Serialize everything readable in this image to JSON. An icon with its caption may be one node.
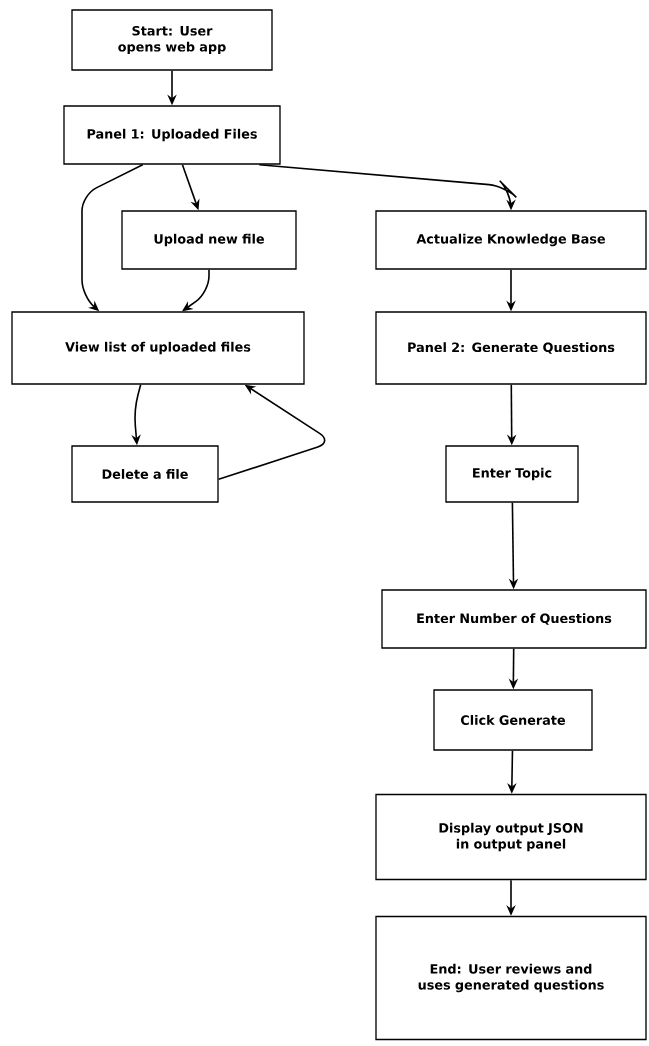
{
  "diagram": {
    "nodes": [
      {
        "text": [
          "Start: User opens web app"
        ]
      },
      {
        "text": [
          "Panel 1: Uploaded Files"
        ]
      },
      {
        "text": [
          "Upload new file"
        ]
      },
      {
        "text": [
          "Actualize Knowledge Base"
        ]
      },
      {
        "text": [
          "View list of uploaded files"
        ]
      },
      {
        "text": [
          "Panel 2: Generate Questions"
        ]
      },
      {
        "text": [
          "Delete a file"
        ]
      },
      {
        "text": [
          "Enter Topic"
        ]
      },
      {
        "text": [
          "Enter Number of Questions"
        ]
      },
      {
        "text": [
          "Click Generate"
        ]
      },
      {
        "text": [
          "Display output JSON in output panel"
        ]
      },
      {
        "text": [
          "End: User reviews and uses generated questions"
        ]
      }
    ],
    "edges": [
      {
        "from": 0,
        "to": 1,
        "arrow": "to"
      },
      {
        "from": 1,
        "to": 2,
        "arrow": "to"
      },
      {
        "from": 1,
        "to": 3,
        "arrow": "to"
      },
      {
        "from": 1,
        "to": 4,
        "arrow": "to"
      },
      {
        "from": 2,
        "to": 4,
        "arrow": "to"
      },
      {
        "from": 4,
        "to": 6,
        "arrow": "to"
      },
      {
        "from": 6,
        "to": 4,
        "arrow": "to"
      },
      {
        "from": 3,
        "to": 5,
        "arrow": "to"
      },
      {
        "from": 5,
        "to": 7,
        "arrow": "to"
      },
      {
        "from": 7,
        "to": 8,
        "arrow": "to"
      },
      {
        "from": 8,
        "to": 9,
        "arrow": "to"
      },
      {
        "from": 9,
        "to": 10,
        "arrow": "to"
      },
      {
        "from": 10,
        "to": 11,
        "arrow": "to"
      }
    ]
  }
}
